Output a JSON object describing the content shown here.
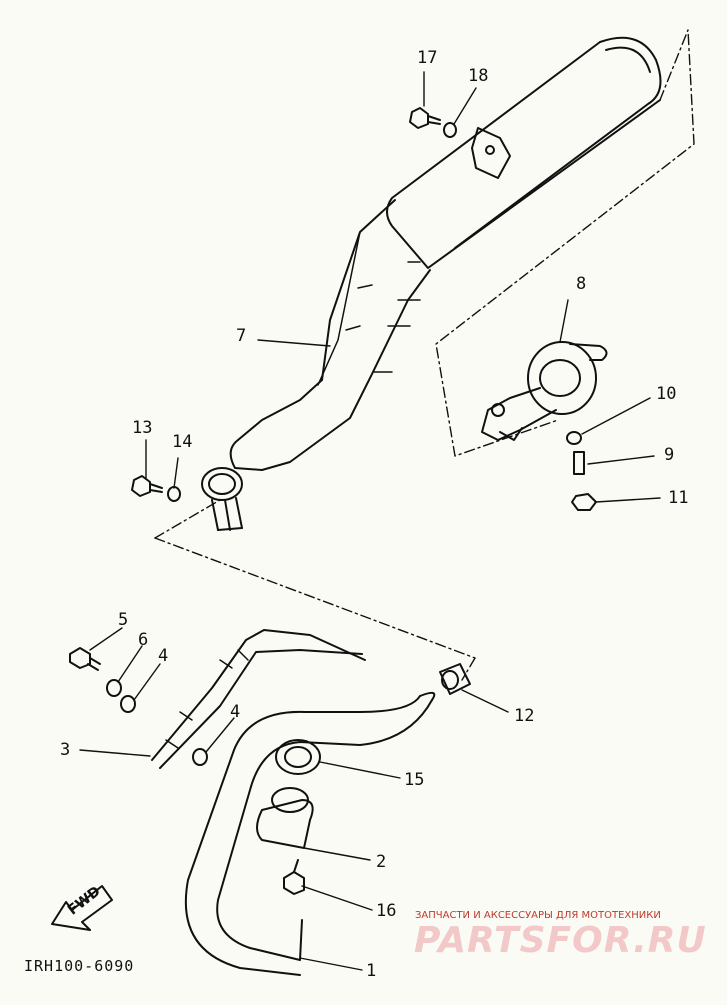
{
  "callouts": {
    "n1": "1",
    "n2": "2",
    "n3": "3",
    "n4a": "4",
    "n4b": "4",
    "n5": "5",
    "n6": "6",
    "n7": "7",
    "n8": "8",
    "n9": "9",
    "n10": "10",
    "n11": "11",
    "n12": "12",
    "n13": "13",
    "n14": "14",
    "n15": "15",
    "n16": "16",
    "n17": "17",
    "n18": "18"
  },
  "fwd_label": "FWD",
  "diagram_code": "IRH100-6090",
  "watermark": {
    "subtitle": "ЗАПЧАСТИ И АКСЕССУАРЫ ДЛЯ МОТОТЕХНИКИ",
    "logo": "PARTSFOR.RU"
  },
  "colors": {
    "ink": "#111111",
    "paper": "#fbfbf6",
    "watermark_red": "#c0392b",
    "watermark_pink": "#f2c8c8"
  }
}
